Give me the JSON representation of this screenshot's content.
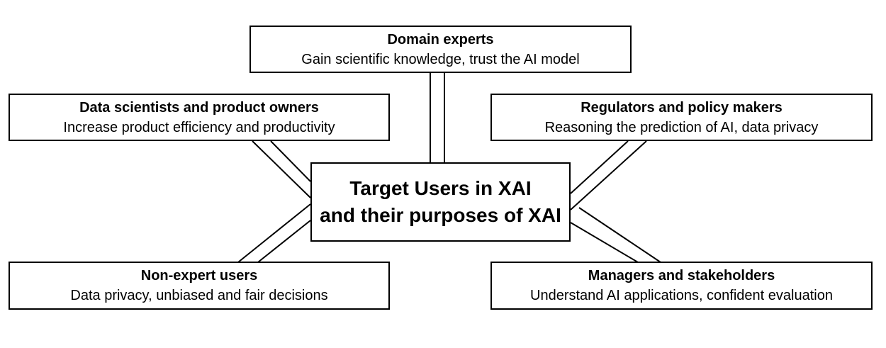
{
  "diagram": {
    "center": {
      "line1": "Target Users in XAI",
      "line2": "and their purposes of XAI"
    },
    "nodes": {
      "top": {
        "title": "Domain experts",
        "desc": "Gain scientific knowledge, trust the AI model"
      },
      "left_top": {
        "title": "Data scientists and product owners",
        "desc": "Increase product efficiency and productivity"
      },
      "right_top": {
        "title": "Regulators and policy makers",
        "desc": "Reasoning the prediction of AI, data privacy"
      },
      "left_bottom": {
        "title": "Non-expert users",
        "desc": "Data privacy, unbiased and fair decisions"
      },
      "right_bottom": {
        "title": "Managers and stakeholders",
        "desc": "Understand AI applications, confident evaluation"
      }
    },
    "colors": {
      "stroke": "#000000",
      "fill": "#ffffff"
    }
  }
}
